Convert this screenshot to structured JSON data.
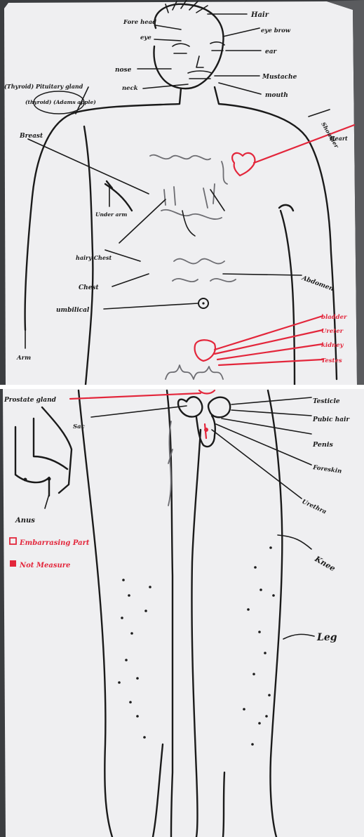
{
  "colors": {
    "ink": "#1a1a1a",
    "red_marker": "#e3263b",
    "paper": "#efeff1",
    "background": "#3b3d40"
  },
  "top_panel": {
    "labels": {
      "hair": "Hair",
      "fore_head": "Fore head",
      "eye": "eye",
      "eye_brow": "eye brow",
      "ear": "ear",
      "nose": "nose",
      "moustache": "Mustache",
      "mouth": "mouth",
      "neck": "neck",
      "pituitary_gland": "(Thyroid) Pituitary gland",
      "thyroid": "(thyroid) (Adams apple)",
      "shoulder": "Shoulder",
      "heart": "Heart",
      "breast": "Breast",
      "under_arm": "Under arm",
      "hairy_chest": "hairy Chest",
      "chest": "Chest",
      "umbilical": "umbilical",
      "arm": "Arm",
      "abdomen": "Abdomen",
      "bladder": "bladder",
      "ureter": "Ureter",
      "kidney": "kidney",
      "testes_top": "Testes"
    }
  },
  "bottom_panel": {
    "labels": {
      "prostate_gland": "Prostate gland",
      "sac": "Sac",
      "testicle": "Testicle",
      "pubic_hair": "Pubic hair",
      "penis": "Penis",
      "foreskin": "Foreskin",
      "urethra": "Urethra",
      "anus": "Anus",
      "knee": "Knee",
      "leg": "Leg"
    },
    "legend": [
      {
        "marker": "empty",
        "text": "Embarrasing Part"
      },
      {
        "marker": "filled",
        "text": "Not Measure"
      }
    ]
  }
}
